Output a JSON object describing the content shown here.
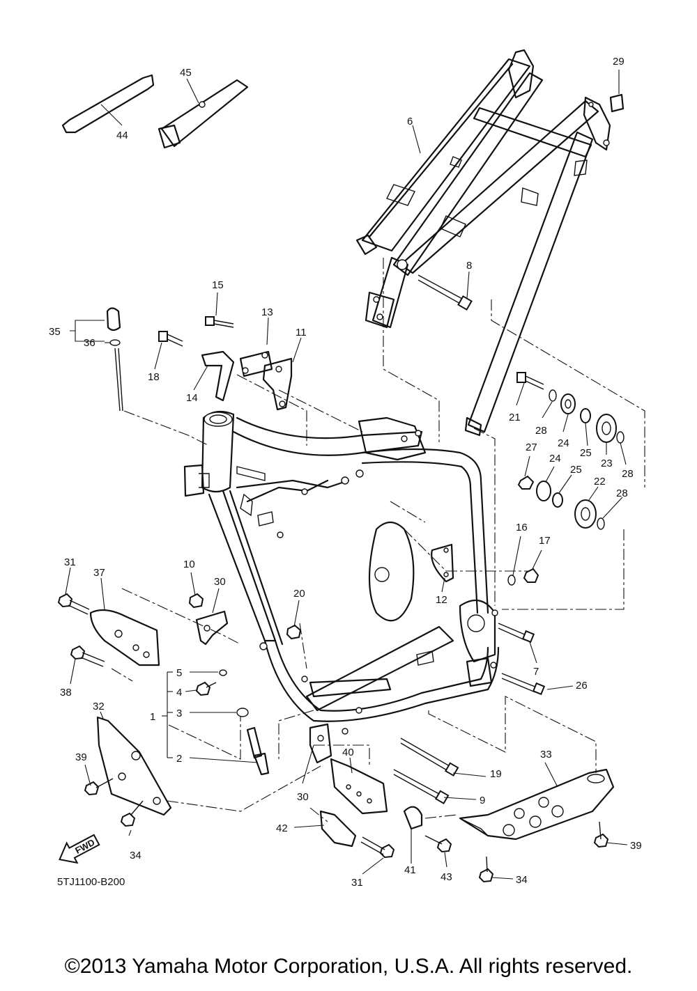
{
  "diagram_code": "5TJ1100-B200",
  "fwd_arrow_label": "FWD",
  "copyright": "©2013 Yamaha Motor Corporation, U.S.A. All rights reserved.",
  "callouts": {
    "c1": "1",
    "c2": "2",
    "c3": "3",
    "c4": "4",
    "c5": "5",
    "c6": "6",
    "c7": "7",
    "c8": "8",
    "c9": "9",
    "c10": "10",
    "c11": "11",
    "c12": "12",
    "c13": "13",
    "c14": "14",
    "c15": "15",
    "c16": "16",
    "c17": "17",
    "c18": "18",
    "c19": "19",
    "c20": "20",
    "c21": "21",
    "c22": "22",
    "c23": "23",
    "c24a": "24",
    "c24b": "24",
    "c25a": "25",
    "c25b": "25",
    "c26": "26",
    "c27": "27",
    "c28a": "28",
    "c28b": "28",
    "c28c": "28",
    "c29": "29",
    "c30a": "30",
    "c30b": "30",
    "c31a": "31",
    "c31b": "31",
    "c32": "32",
    "c33": "33",
    "c34a": "34",
    "c34b": "34",
    "c35": "35",
    "c36": "36",
    "c37": "37",
    "c38": "38",
    "c39a": "39",
    "c39b": "39",
    "c40": "40",
    "c41": "41",
    "c42": "42",
    "c43": "43",
    "c44": "44",
    "c45": "45"
  }
}
